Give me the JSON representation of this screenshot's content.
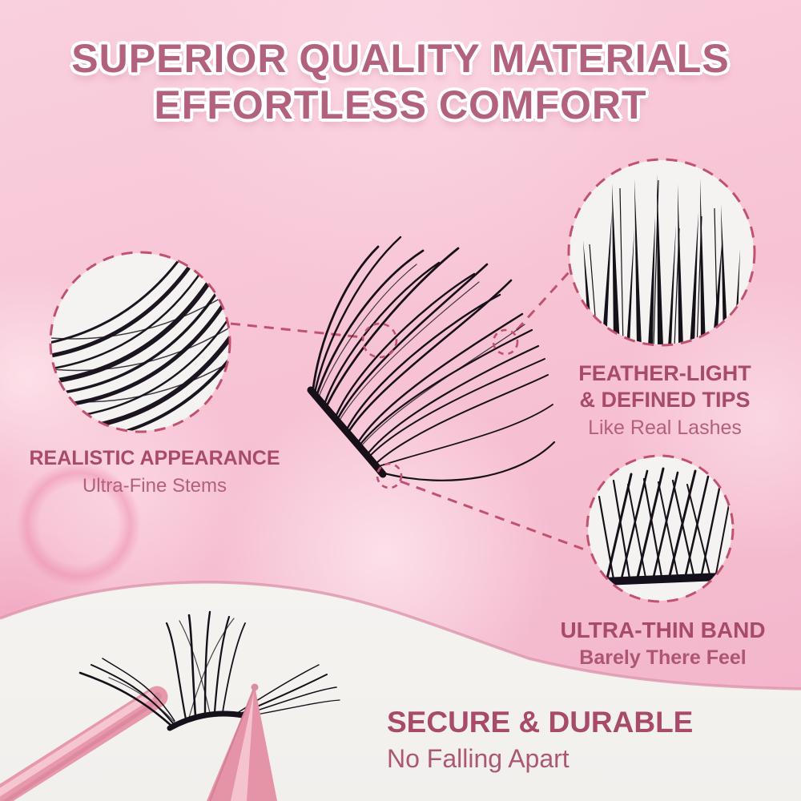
{
  "header": {
    "title_line1": "SUPERIOR QUALITY MATERIALS",
    "title_line2": "EFFORTLESS COMFORT"
  },
  "callouts": {
    "realistic": {
      "title": "REALISTIC APPEARANCE",
      "subtitle": "Ultra-Fine Stems"
    },
    "feather": {
      "title_line1": "FEATHER-LIGHT",
      "title_line2": "& DEFINED TIPS",
      "subtitle": "Like Real Lashes"
    },
    "band": {
      "title": "ULTRA-THIN BAND",
      "subtitle": "Barely There Feel"
    },
    "secure": {
      "title": "SECURE & DURABLE",
      "subtitle": "No Falling Apart"
    }
  },
  "colors": {
    "background_pink": "#f6c0d2",
    "title_pink": "#b2617f",
    "heading_rose": "#a84a6a",
    "subtitle_rose": "#b4607c",
    "dashed_rose": "#c2516f",
    "white_panel": "#f3f1ee",
    "lash_black": "#171019",
    "tweezer_pink": "#e798a9"
  }
}
